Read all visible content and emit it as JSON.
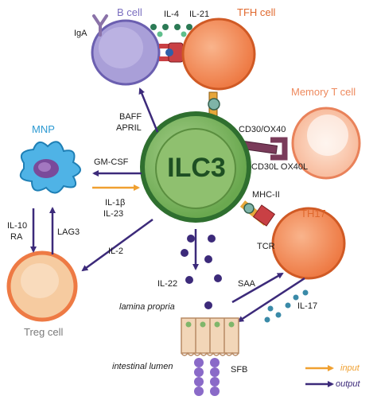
{
  "cells": {
    "center": "ILC3",
    "b_cell": "B cell",
    "tfh_cell": "TFH cell",
    "memory_t_cell": "Memory T cell",
    "mnp": "MNP",
    "th17": "TH17",
    "treg_cell": "Treg cell"
  },
  "signals": {
    "iga": "IgA",
    "il4": "IL-4",
    "il21": "IL-21",
    "baff": "BAFF",
    "april": "APRIL",
    "gm_csf": "GM-CSF",
    "il1b": "IL-1β",
    "il23": "IL-23",
    "cd30_ox40": "CD30/OX40",
    "cd30l_ox40l": "CD30L OX40L",
    "mhc_ii": "MHC-II",
    "tcr": "TCR",
    "il10": "IL-10",
    "ra": "RA",
    "lag3": "LAG3",
    "il2": "IL-2",
    "il22": "IL-22",
    "saa": "SAA",
    "il17": "IL-17",
    "sfb": "SFB"
  },
  "tissue": {
    "lamina_propria": "lamina propria",
    "intestinal_lumen": "intestinal lumen"
  },
  "legend": {
    "input": "input",
    "output": "output"
  },
  "colors": {
    "input_arrow": "#f0a030",
    "output_arrow": "#3c2a7a",
    "ilc3": "#6aa84f",
    "b_cell": "#a99fd8",
    "t_cell": "#f07a40",
    "mnp": "#3ba7dd"
  }
}
